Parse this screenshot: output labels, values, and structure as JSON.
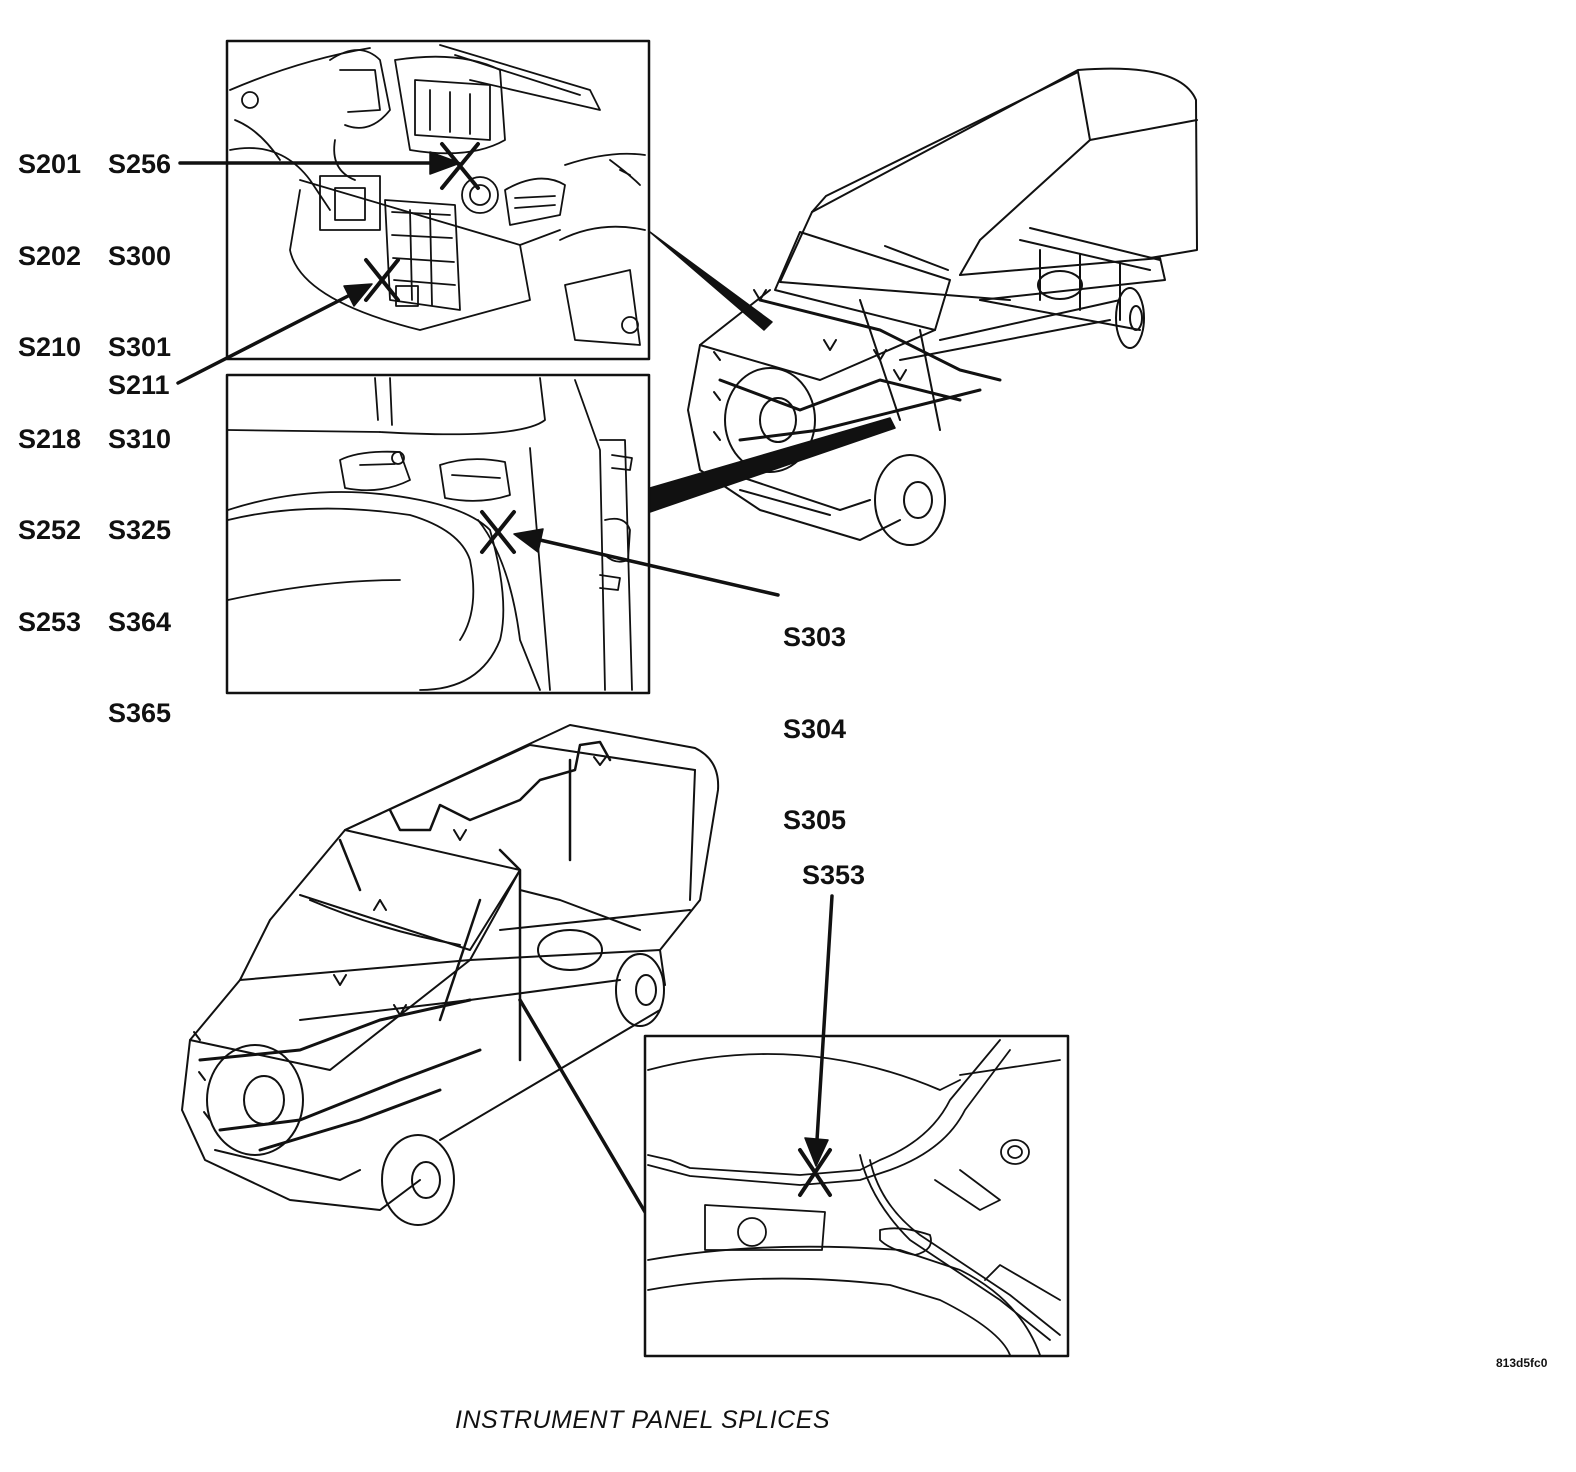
{
  "callouts": {
    "top_left_col1": [
      "S201",
      "S202",
      "S210",
      "S218",
      "S252",
      "S253"
    ],
    "top_left_col2": [
      "S256",
      "S300",
      "S301",
      "S310",
      "S325",
      "S364",
      "S365"
    ],
    "s211": "S211",
    "door_group": [
      "S303",
      "S304",
      "S305"
    ],
    "roof": "S353"
  },
  "figure_id": "813d5fc0",
  "caption": "INSTRUMENT PANEL SPLICES",
  "colors": {
    "ink": "#111111",
    "background": "#ffffff"
  }
}
